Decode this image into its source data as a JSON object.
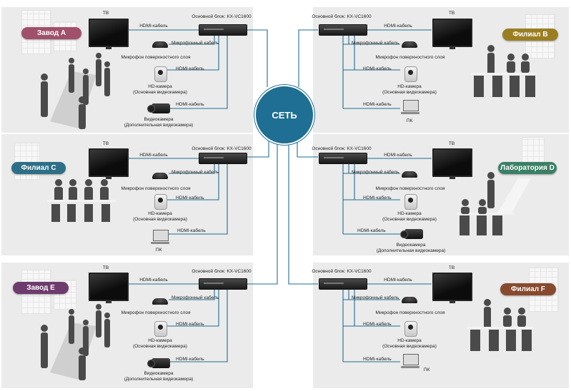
{
  "center": {
    "label": "СЕТЬ"
  },
  "colors": {
    "line": "#1f6e93",
    "panel": "#ebebeb",
    "factory": "#a0506a",
    "branch": "#9a7e22",
    "lab": "#3b8066",
    "teal": "#2d6f86",
    "purple": "#6e3b6e",
    "brown": "#874a2e"
  },
  "panels": [
    {
      "badge": "Завод A",
      "tv": "ТВ",
      "unit": "Основной блок: KX-VC1600",
      "hdmi_tv": "HDMI-кабель",
      "mic_cable": "Микрофонный кабель",
      "mic": "Микрофон поверхностного слоя",
      "hdmi_cam": "HDMI-кабель",
      "cam": "HD-камера",
      "cam_sub": "(Основная видеокамера)",
      "hdmi_vcam": "HDMI-кабель",
      "vcam": "Видеокамера",
      "vcam_sub": "(Дополнительная видеокамера)"
    },
    {
      "badge": "Филиал C",
      "tv": "ТВ",
      "unit": "Основной блок: KX-VC1600",
      "hdmi_tv": "HDMI-кабель",
      "mic_cable": "Микрофонный кабель",
      "mic": "Микрофон поверхностного слоя",
      "hdmi_cam": "HDMI-кабель",
      "cam": "HD-камера",
      "cam_sub": "(Основная видеокамера)",
      "hdmi_pc": "HDMI-кабель",
      "pc": "ПК"
    },
    {
      "badge": "Завод E",
      "tv": "ТВ",
      "unit": "Основной блок: KX-VC1600",
      "hdmi_tv": "HDMI-кабель",
      "mic_cable": "Микрофонный кабель",
      "mic": "Микрофон поверхностного слоя",
      "hdmi_cam": "HDMI-кабель",
      "cam": "HD-камера",
      "cam_sub": "(Основная видеокамера)",
      "hdmi_vcam": "HDMI-кабель",
      "vcam": "Видеокамера",
      "vcam_sub": "(Дополнительная видеокамера)"
    },
    {
      "badge": "Филиал B",
      "tv": "ТВ",
      "unit": "Основной блок: KX-VC1600",
      "hdmi_tv": "HDMI-кабель",
      "mic_cable": "Микрофонный кабель",
      "mic": "Микрофон поверхностного слоя",
      "hdmi_cam": "HDMI-кабель",
      "cam": "HD-камера",
      "cam_sub": "(Основная видеокамера)",
      "hdmi_pc": "HDMI-кабель",
      "pc": "ПК"
    },
    {
      "badge": "Лаборатория D",
      "tv": "ТВ",
      "unit": "Основной блок: KX-VC1600",
      "hdmi_tv": "HDMI-кабель",
      "mic_cable": "Микрофонный кабель",
      "mic": "Микрофон поверхностного слоя",
      "hdmi_cam": "HDMI-кабель",
      "cam": "HD-камера",
      "cam_sub": "(Основная видеокамера)",
      "hdmi_vcam": "HDMI-кабель",
      "vcam": "Видеокамера",
      "vcam_sub": "(Дополнительная видеокамера)"
    },
    {
      "badge": "Филиал F",
      "tv": "ТВ",
      "unit": "Основной блок: KX-VC1600",
      "hdmi_tv": "HDMI-кабель",
      "mic_cable": "Микрофонный кабель",
      "mic": "Микрофон поверхностного слоя",
      "hdmi_cam": "HDMI-кабель",
      "cam": "HD-камера",
      "cam_sub": "(Основная видеокамера)",
      "hdmi_pc": "HDMI-кабель",
      "pc": "ПК"
    }
  ]
}
